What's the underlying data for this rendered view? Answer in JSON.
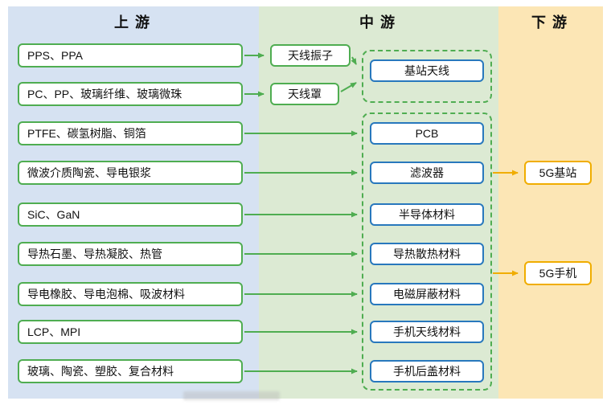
{
  "diagram": {
    "columns": {
      "upstream": {
        "title": "上游"
      },
      "midstream": {
        "title": "中游"
      },
      "downstream": {
        "title": "下游"
      }
    },
    "upstream_items": [
      {
        "label": "PPS、PPA"
      },
      {
        "label": "PC、PP、玻璃纤维、玻璃微珠"
      },
      {
        "label": "PTFE、碳氢树脂、铜箔"
      },
      {
        "label": "微波介质陶瓷、导电银浆"
      },
      {
        "label": "SiC、GaN"
      },
      {
        "label": "导热石墨、导热凝胶、热管"
      },
      {
        "label": "导电橡胶、导电泡棉、吸波材料"
      },
      {
        "label": "LCP、MPI"
      },
      {
        "label": "玻璃、陶瓷、塑胶、复合材料"
      }
    ],
    "component_items": [
      {
        "label": "天线振子"
      },
      {
        "label": "天线罩"
      }
    ],
    "midstream_items": [
      {
        "label": "基站天线"
      },
      {
        "label": "PCB"
      },
      {
        "label": "滤波器"
      },
      {
        "label": "半导体材料"
      },
      {
        "label": "导热散热材料"
      },
      {
        "label": "电磁屏蔽材料"
      },
      {
        "label": "手机天线材料"
      },
      {
        "label": "手机后盖材料"
      }
    ],
    "downstream_items": [
      {
        "label": "5G基站"
      },
      {
        "label": "5G手机"
      }
    ]
  },
  "colors": {
    "upstream_column_bg": "#d6e2f2",
    "midstream_column_bg": "#dcead3",
    "downstream_column_bg": "#fce6b5",
    "green_border": "#4fad51",
    "blue_border": "#2878bd",
    "yellow_border": "#f0ad00",
    "green_arrow": "#4fad51",
    "yellow_arrow": "#f0ad00"
  }
}
